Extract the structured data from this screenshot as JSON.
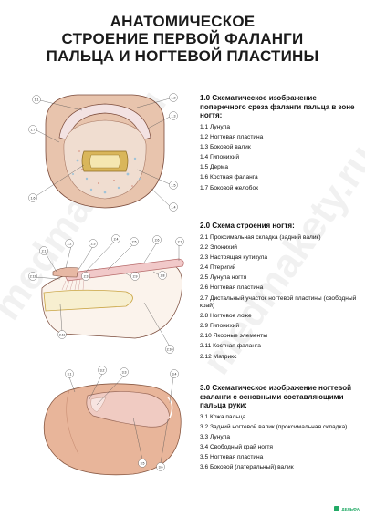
{
  "title": [
    "АНАТОМИЧЕСКОЕ",
    "СТРОЕНИЕ ПЕРВОЙ ФАЛАНГИ",
    "ПАЛЬЦА И НОГТЕВОЙ ПЛАСТИНЫ"
  ],
  "watermark": "medmakety.ru",
  "sections": [
    {
      "heading": "1.0 Схематическое изображение поперечного среза фаланги пальца в зоне ногтя:",
      "items": [
        "1.1 Лунула",
        "1.2 Ногтевая пластина",
        "1.3 Боковой валик",
        "1.4 Гипонихий",
        "1.5 Дерма",
        "1.6 Костная фаланга",
        "1.7 Боковой желобок"
      ]
    },
    {
      "heading": "2.0 Схема строения ногтя:",
      "items": [
        "2.1 Проксимальная складка (задний валик)",
        "2.2 Эпонихий",
        "2.3 Настоящая кутикула",
        "2.4 Птеригий",
        "2.5 Лунула ногтя",
        "2.6 Ногтевая пластина",
        "2.7 Дистальный участок ногтевой пластины (свободный край)",
        "2.8 Ногтевое ложе",
        "2.9 Гипонихий",
        "2.10 Якорные элементы",
        "2.11 Костная фаланга",
        "2.12 Матрикс"
      ]
    },
    {
      "heading": "3.0 Схематическое изображение ногтевой фаланги с основными составляющими пальца руки:",
      "items": [
        "3.1 Кожа пальца",
        "3.2 Задний ногтевой валик (проксимальная складка)",
        "3.3 Лунула",
        "3.4 Свободный край ногтя",
        "3.5 Ногтевая пластина",
        "3.6 Боковой (латеральный) валик"
      ]
    }
  ],
  "figure1_labels": [
    "1.1",
    "1.2",
    "1.3",
    "1.7",
    "1.6",
    "1.5",
    "1.4"
  ],
  "figure2_labels": [
    "2.2",
    "2.3",
    "2.4",
    "2.5",
    "2.6",
    "2.7",
    "2.1",
    "2.12",
    "2.3",
    "2.9",
    "2.8",
    "2.11",
    "2.10"
  ],
  "figure3_labels": [
    "3.1",
    "3.2",
    "3.3",
    "3.4",
    "3.5",
    "3.6"
  ],
  "logo": "ДЕЛЬФА",
  "colors": {
    "skin": "#e8c4ad",
    "skin_dark": "#c9907a",
    "nail": "#f1d9d9",
    "bone": "#d9b65a",
    "dermis": "#f0ddd0",
    "outline": "#7a4a3a"
  }
}
